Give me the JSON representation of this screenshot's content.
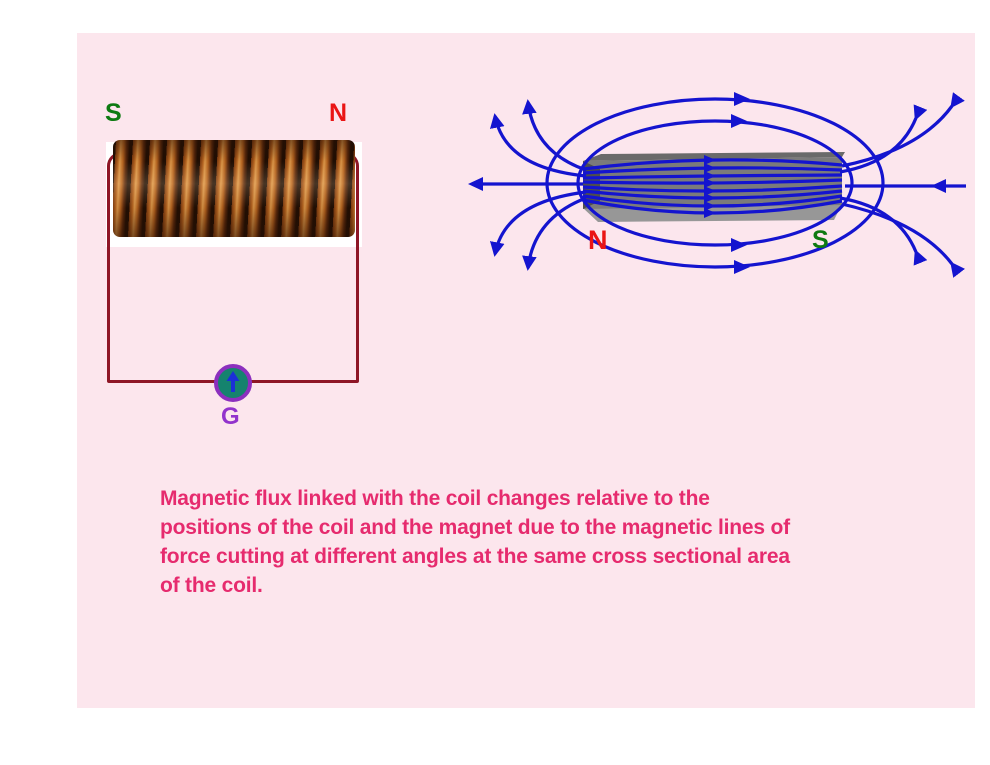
{
  "page": {
    "background_color": "#ffffff",
    "board_color": "#fce6ed"
  },
  "coil_diagram": {
    "left_pole_label": "S",
    "right_pole_label": "N",
    "galvanometer_label": "G",
    "left_pole_color": "#0e7a12",
    "right_pole_color": "#ea1515",
    "wire_color": "#8e1626",
    "coil_copper_color": "#b8651f",
    "galvanometer_ring_color": "#8c2fbe",
    "galvanometer_fill_color": "#15836e",
    "galvanometer_needle_color": "#1b2fd8",
    "galvanometer_label_color": "#9233cc"
  },
  "magnet_diagram": {
    "north_label": "N",
    "south_label": "S",
    "north_color": "#ea1515",
    "south_color": "#0e7a12",
    "field_line_color": "#1414cf",
    "magnet_front_color": "#7b7b7b",
    "magnet_bottom_color": "#979797",
    "magnet_end_color": "#4e4e4e"
  },
  "caption": {
    "color": "#e62b6e",
    "lines": [
      "Magnetic flux linked with the coil changes relative to the",
      "positions of the coil and the magnet due to the magnetic lines of",
      "force cutting at different angles at the same cross sectional area",
      "of the coil."
    ]
  }
}
